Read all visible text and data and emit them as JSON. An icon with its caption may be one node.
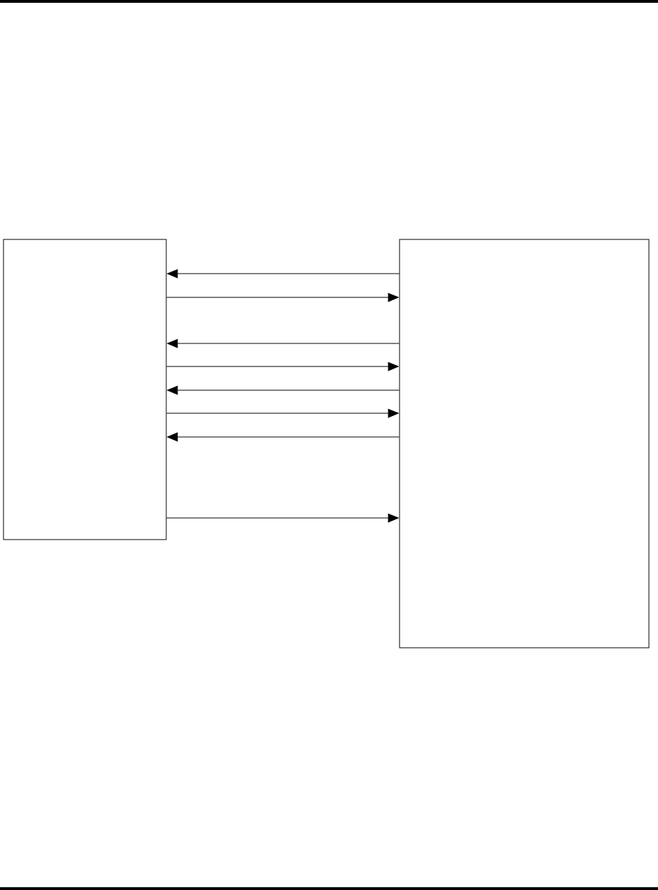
{
  "diagram": {
    "nodes": [
      {
        "text": [],
        "shape": "box"
      },
      {
        "text": [],
        "shape": "box"
      }
    ],
    "edges": [
      {
        "from": 1,
        "to": 0,
        "arrow": "to"
      },
      {
        "from": 0,
        "to": 1,
        "arrow": "to"
      },
      {
        "from": 1,
        "to": 0,
        "arrow": "to"
      },
      {
        "from": 0,
        "to": 1,
        "arrow": "to"
      },
      {
        "from": 1,
        "to": 0,
        "arrow": "to"
      },
      {
        "from": 0,
        "to": 1,
        "arrow": "to"
      },
      {
        "from": 1,
        "to": 0,
        "arrow": "to"
      },
      {
        "from": 0,
        "to": 1,
        "arrow": "to"
      }
    ]
  }
}
